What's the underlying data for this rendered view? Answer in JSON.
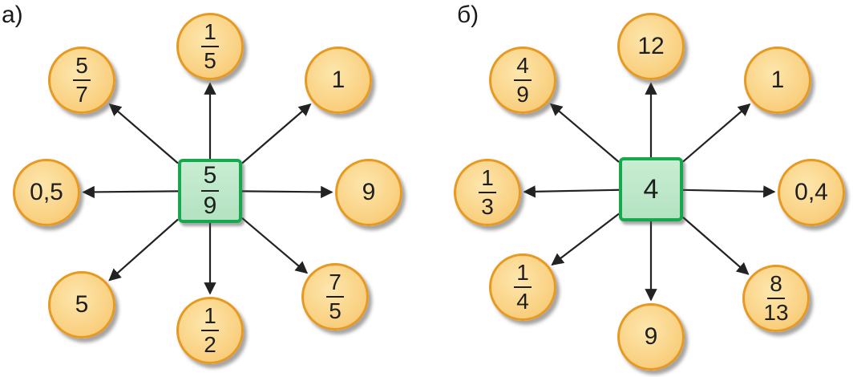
{
  "panels": [
    {
      "label": "а)",
      "hub": {
        "type": "fraction",
        "num": "5",
        "den": "9"
      },
      "nodes": [
        {
          "dir": "n",
          "type": "fraction",
          "num": "1",
          "den": "5"
        },
        {
          "dir": "ne",
          "type": "text",
          "text": "1"
        },
        {
          "dir": "e",
          "type": "text",
          "text": "9"
        },
        {
          "dir": "se",
          "type": "fraction",
          "num": "7",
          "den": "5"
        },
        {
          "dir": "s",
          "type": "fraction",
          "num": "1",
          "den": "2"
        },
        {
          "dir": "sw",
          "type": "text",
          "text": "5"
        },
        {
          "dir": "w",
          "type": "text",
          "text": "0,5"
        },
        {
          "dir": "nw",
          "type": "fraction",
          "num": "5",
          "den": "7"
        }
      ]
    },
    {
      "label": "б)",
      "hub": {
        "type": "text",
        "text": "4"
      },
      "nodes": [
        {
          "dir": "n",
          "type": "text",
          "text": "12"
        },
        {
          "dir": "ne",
          "type": "text",
          "text": "1"
        },
        {
          "dir": "e",
          "type": "text",
          "text": "0,4"
        },
        {
          "dir": "se",
          "type": "fraction",
          "num": "8",
          "den": "13"
        },
        {
          "dir": "s",
          "type": "text",
          "text": "9"
        },
        {
          "dir": "sw",
          "type": "fraction",
          "num": "1",
          "den": "4"
        },
        {
          "dir": "w",
          "type": "fraction",
          "num": "1",
          "den": "3"
        },
        {
          "dir": "nw",
          "type": "fraction",
          "num": "4",
          "den": "9"
        }
      ]
    }
  ],
  "colors": {
    "node_border": "#e69a23",
    "hub_border": "#15a84c",
    "arrow": "#222222"
  }
}
